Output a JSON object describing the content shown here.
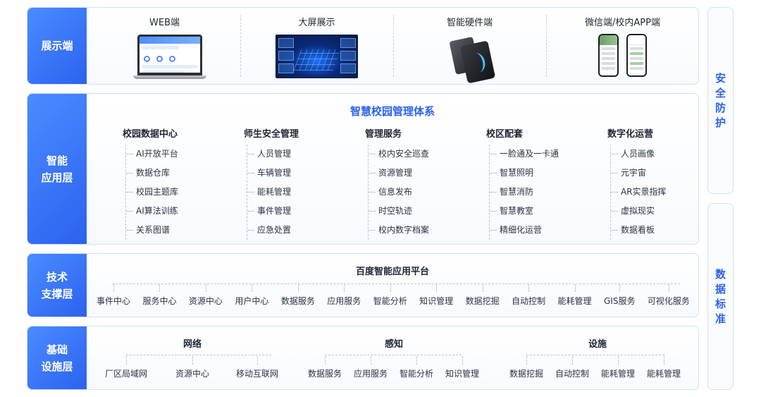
{
  "layers": {
    "display": {
      "label": "展示端",
      "items": [
        "WEB端",
        "大屏展示",
        "智能硬件端",
        "微信端/校内APP端"
      ]
    },
    "application": {
      "label": "智能\n应用层",
      "title": "智慧校园管理体系",
      "columns": [
        {
          "head": "校园数据中心",
          "items": [
            "AI开放平台",
            "数据仓库",
            "校园主题库",
            "AI算法训练",
            "关系图谱"
          ]
        },
        {
          "head": "师生安全管理",
          "items": [
            "人员管理",
            "车辆管理",
            "能耗管理",
            "事件管理",
            "应急处置"
          ]
        },
        {
          "head": "管理服务",
          "items": [
            "校内安全巡查",
            "资源管理",
            "信息发布",
            "时空轨迹",
            "校内数字档案"
          ]
        },
        {
          "head": "校区配套",
          "items": [
            "一脸通及一卡通",
            "智慧照明",
            "智慧消防",
            "智慧教室",
            "精细化运营"
          ]
        },
        {
          "head": "数字化运营",
          "items": [
            "人员画像",
            "元宇宙",
            "AR实景指挥",
            "虚拟现实",
            "数据看板"
          ]
        }
      ]
    },
    "tech": {
      "label": "技术\n支撑层",
      "title": "百度智能应用平台",
      "items": [
        "事件中心",
        "服务中心",
        "资源中心",
        "用户中心",
        "数据服务",
        "应用服务",
        "智能分析",
        "知识管理",
        "数据挖掘",
        "自动控制",
        "能耗管理",
        "GIS服务",
        "可视化服务"
      ]
    },
    "infra": {
      "label": "基础\n设施层",
      "groups": [
        {
          "title": "网络",
          "items": [
            "厂区局域网",
            "资源中心",
            "移动互联网"
          ]
        },
        {
          "title": "感知",
          "items": [
            "数据服务",
            "应用服务",
            "智能分析",
            "知识管理"
          ]
        },
        {
          "title": "设施",
          "items": [
            "数据挖掘",
            "自动控制",
            "能耗管理",
            "能耗管理"
          ]
        }
      ]
    }
  },
  "side": {
    "security": "安全防护",
    "standard": "数据标准"
  },
  "colors": {
    "accent": "#2b62f0",
    "label_bg": "#4b8cff",
    "border": "#cfe0fb"
  },
  "icons": [
    "laptop-icon",
    "big-screen-icon",
    "hardware-device-icon",
    "phone-icon"
  ]
}
